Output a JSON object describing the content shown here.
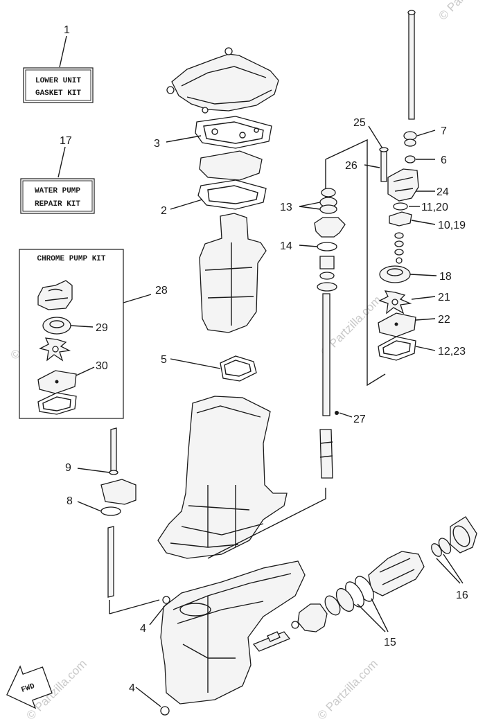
{
  "kits": {
    "lower_unit": {
      "number": "1",
      "line1": "LOWER UNIT",
      "line2": "GASKET KIT"
    },
    "water_pump": {
      "number": "17",
      "line1": "WATER PUMP",
      "line2": "REPAIR KIT"
    },
    "chrome_pump": {
      "number": "28",
      "title": "CHROME PUMP KIT"
    }
  },
  "callouts": {
    "c2": "2",
    "c3": "3",
    "c4a": "4",
    "c4b": "4",
    "c5": "5",
    "c6": "6",
    "c7": "7",
    "c8": "8",
    "c9": "9",
    "c10_19": "10,19",
    "c11_20": "11,20",
    "c12_23": "12,23",
    "c13": "13",
    "c14": "14",
    "c15": "15",
    "c16": "16",
    "c18": "18",
    "c21": "21",
    "c22": "22",
    "c24": "24",
    "c25": "25",
    "c26": "26",
    "c27": "27",
    "c29": "29",
    "c30": "30"
  },
  "badge": {
    "fwd": "FWD"
  },
  "watermarks": {
    "text": "© Partzilla.com"
  }
}
